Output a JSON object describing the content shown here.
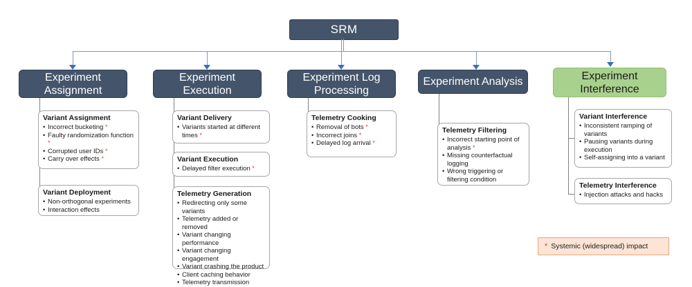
{
  "root": {
    "label": "SRM"
  },
  "legend": {
    "symbol": "*",
    "text": "Systemic (widespread) impact"
  },
  "colors": {
    "node_navy": "#44546A",
    "node_green": "#A9D18E",
    "connector_blue": "#8497B0",
    "connector_gray": "#808080",
    "star_red": "#E03C31",
    "legend_bg": "#FCE4D6",
    "legend_border": "#E8A87C"
  },
  "categories": [
    {
      "label": "Experiment Assignment",
      "accent": "navy",
      "groups": [
        {
          "title": "Variant Assignment",
          "items": [
            {
              "text": "Incorrect bucketing",
              "systemic": true
            },
            {
              "text": "Faulty randomization function",
              "systemic": true
            },
            {
              "text": "Corrupted user IDs",
              "systemic": true
            },
            {
              "text": "Carry over effects",
              "systemic": true
            }
          ]
        },
        {
          "title": "Variant Deployment",
          "items": [
            {
              "text": "Non-orthogonal experiments",
              "systemic": false
            },
            {
              "text": "Interaction effects",
              "systemic": false
            }
          ]
        }
      ]
    },
    {
      "label": "Experiment Execution",
      "accent": "navy",
      "groups": [
        {
          "title": "Variant Delivery",
          "items": [
            {
              "text": "Variants started at different times",
              "systemic": true
            }
          ]
        },
        {
          "title": "Variant Execution",
          "items": [
            {
              "text": "Delayed filter execution",
              "systemic": true
            }
          ]
        },
        {
          "title": "Telemetry Generation",
          "items": [
            {
              "text": "Redirecting only some variants",
              "systemic": false
            },
            {
              "text": "Telemetry added or removed",
              "systemic": false
            },
            {
              "text": "Variant changing performance",
              "systemic": false
            },
            {
              "text": "Variant changing engagement",
              "systemic": false
            },
            {
              "text": "Variant crashing the product",
              "systemic": false
            },
            {
              "text": "Client caching behavior",
              "systemic": false
            },
            {
              "text": "Telemetry transmission",
              "systemic": false
            }
          ]
        }
      ]
    },
    {
      "label": "Experiment Log Processing",
      "accent": "navy",
      "groups": [
        {
          "title": "Telemetry Cooking",
          "items": [
            {
              "text": "Removal of bots",
              "systemic": true
            },
            {
              "text": "Incorrect joins",
              "systemic": true
            },
            {
              "text": "Delayed log arrival",
              "systemic": true
            }
          ]
        }
      ]
    },
    {
      "label": "Experiment Analysis",
      "accent": "navy",
      "groups": [
        {
          "title": "Telemetry Filtering",
          "items": [
            {
              "text": "Incorrect starting point of analysis",
              "systemic": true
            },
            {
              "text": "Missing counterfactual logging",
              "systemic": false
            },
            {
              "text": "Wrong triggering or filtering condition",
              "systemic": false
            }
          ]
        }
      ]
    },
    {
      "label": "Experiment Interference",
      "accent": "green",
      "groups": [
        {
          "title": "Variant Interference",
          "items": [
            {
              "text": "Inconsistent ramping of variants",
              "systemic": false
            },
            {
              "text": "Pausing variants during execution",
              "systemic": false
            },
            {
              "text": "Self-assigning into a variant",
              "systemic": false
            }
          ]
        },
        {
          "title": "Telemetry Interference",
          "items": [
            {
              "text": "Injection attacks and hacks",
              "systemic": false
            }
          ]
        }
      ]
    }
  ]
}
